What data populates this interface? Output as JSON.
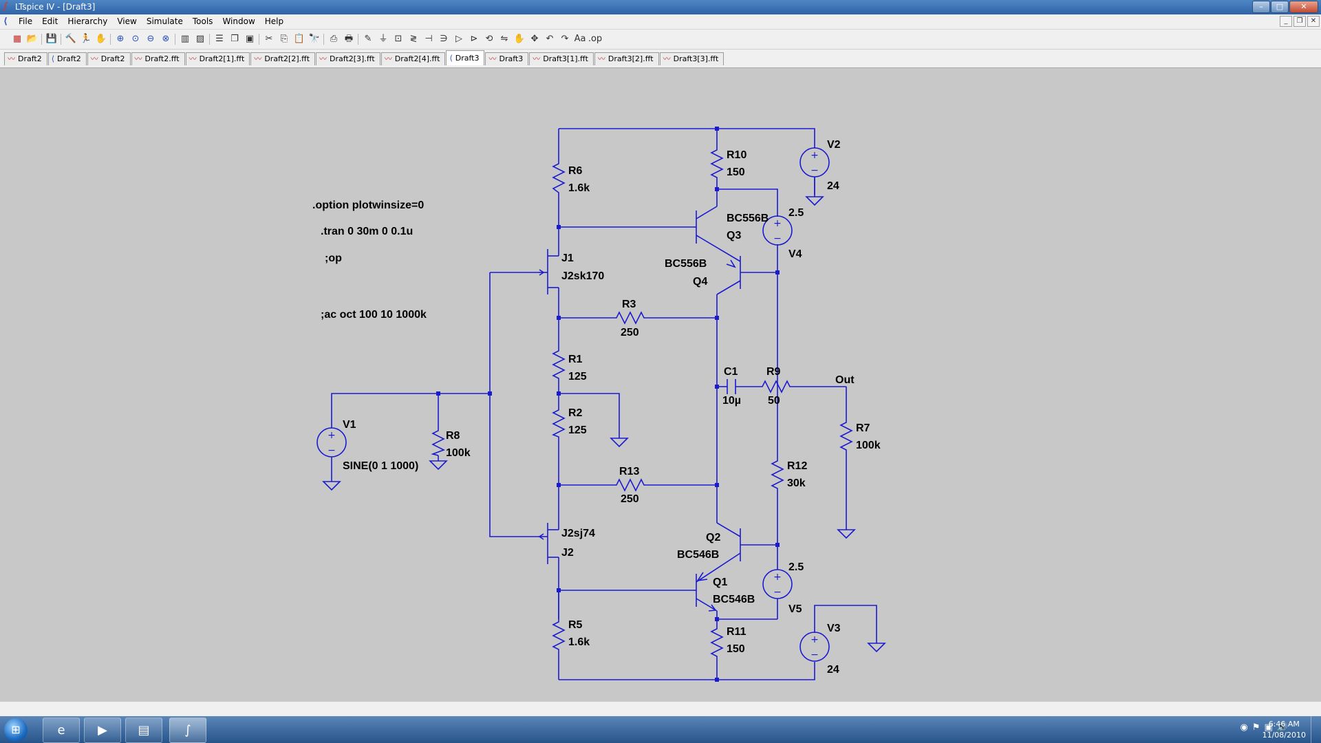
{
  "window": {
    "title": "LTspice IV - [Draft3]"
  },
  "menu": [
    "File",
    "Edit",
    "Hierarchy",
    "View",
    "Simulate",
    "Tools",
    "Window",
    "Help"
  ],
  "toolbar_icons": [
    "new-schematic-icon",
    "open-icon",
    "save-icon",
    "control-panel-icon",
    "run-icon",
    "halt-icon",
    "zoom-in-icon",
    "zoom-pan-icon",
    "zoom-out-icon",
    "zoom-fit-icon",
    "autoscale-icon",
    "delete-trace-icon",
    "tile-horizontal-icon",
    "tile-vertical-icon",
    "cascade-icon",
    "cut-icon",
    "copy-icon",
    "paste-icon",
    "find-icon",
    "print-preview-icon",
    "print-icon",
    "wire-icon",
    "ground-icon",
    "label-net-icon",
    "resistor-icon",
    "capacitor-icon",
    "inductor-icon",
    "diode-icon",
    "component-icon",
    "rotate-icon",
    "mirror-icon",
    "drag-icon",
    "move-icon",
    "undo-icon",
    "redo-icon",
    "text-icon",
    "spice-directive-icon"
  ],
  "tabs": [
    {
      "label": "Draft2",
      "kind": "wave"
    },
    {
      "label": "Draft2",
      "kind": "sch"
    },
    {
      "label": "Draft2",
      "kind": "wave"
    },
    {
      "label": "Draft2.fft",
      "kind": "wave"
    },
    {
      "label": "Draft2[1].fft",
      "kind": "wave"
    },
    {
      "label": "Draft2[2].fft",
      "kind": "wave"
    },
    {
      "label": "Draft2[3].fft",
      "kind": "wave"
    },
    {
      "label": "Draft2[4].fft",
      "kind": "wave"
    },
    {
      "label": "Draft3",
      "kind": "sch",
      "active": true
    },
    {
      "label": "Draft3",
      "kind": "wave"
    },
    {
      "label": "Draft3[1].fft",
      "kind": "wave"
    },
    {
      "label": "Draft3[2].fft",
      "kind": "wave"
    },
    {
      "label": "Draft3[3].fft",
      "kind": "wave"
    }
  ],
  "directives": {
    "d1": ".option plotwinsize=0",
    "d2": ".tran 0 30m 0 0.1u",
    "d3": ";op",
    "d4": ";ac oct 100 10 1000k"
  },
  "components": {
    "R6": {
      "name": "R6",
      "value": "1.6k"
    },
    "R10": {
      "name": "R10",
      "value": "150"
    },
    "V2": {
      "name": "V2",
      "value": "24"
    },
    "Q3": {
      "name": "Q3",
      "model": "BC556B"
    },
    "V4": {
      "name": "V4",
      "value": "2.5"
    },
    "J1": {
      "name": "J1",
      "model": "J2sk170"
    },
    "Q4": {
      "name": "Q4",
      "model": "BC556B"
    },
    "R3": {
      "name": "R3",
      "value": "250"
    },
    "R1": {
      "name": "R1",
      "value": "125"
    },
    "C1": {
      "name": "C1",
      "value": "10µ"
    },
    "R9": {
      "name": "R9",
      "value": "50"
    },
    "OUT": {
      "name": "Out"
    },
    "V1": {
      "name": "V1",
      "value": "SINE(0 1 1000)"
    },
    "R8": {
      "name": "R8",
      "value": "100k"
    },
    "R2": {
      "name": "R2",
      "value": "125"
    },
    "R7": {
      "name": "R7",
      "value": "100k"
    },
    "R12": {
      "name": "R12",
      "value": "30k"
    },
    "R13": {
      "name": "R13",
      "value": "250"
    },
    "J2": {
      "name": "J2",
      "model": "J2sj74"
    },
    "Q2": {
      "name": "Q2",
      "model": "BC546B"
    },
    "V5": {
      "name": "V5",
      "value": "2.5"
    },
    "Q1": {
      "name": "Q1",
      "model": "BC546B"
    },
    "R5": {
      "name": "R5",
      "value": "1.6k"
    },
    "R11": {
      "name": "R11",
      "value": "150"
    },
    "V3": {
      "name": "V3",
      "value": "24"
    }
  },
  "taskbar": {
    "time": "6:46 AM",
    "date": "11/08/2010"
  }
}
